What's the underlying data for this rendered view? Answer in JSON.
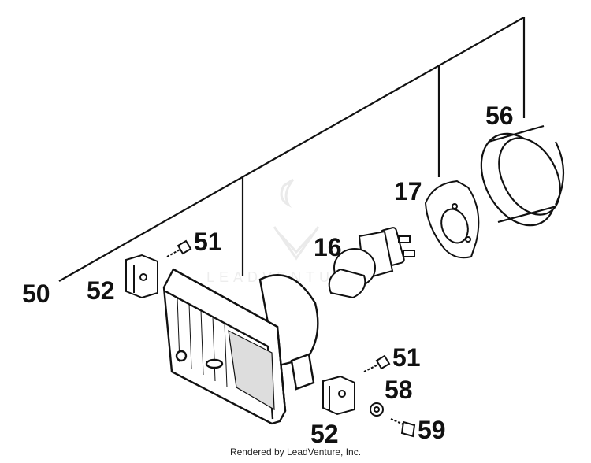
{
  "diagram": {
    "labels": {
      "assembly": "50",
      "screw_top": "51",
      "bracket_left": "52",
      "bulb": "16",
      "retainer": "17",
      "dust_cover": "56",
      "screw_bottom": "51",
      "washer": "58",
      "bracket_bottom": "52",
      "bolt": "59"
    },
    "watermark_text": "LEADVENTURE"
  },
  "footer": {
    "credit": "Rendered by LeadVenture, Inc."
  }
}
